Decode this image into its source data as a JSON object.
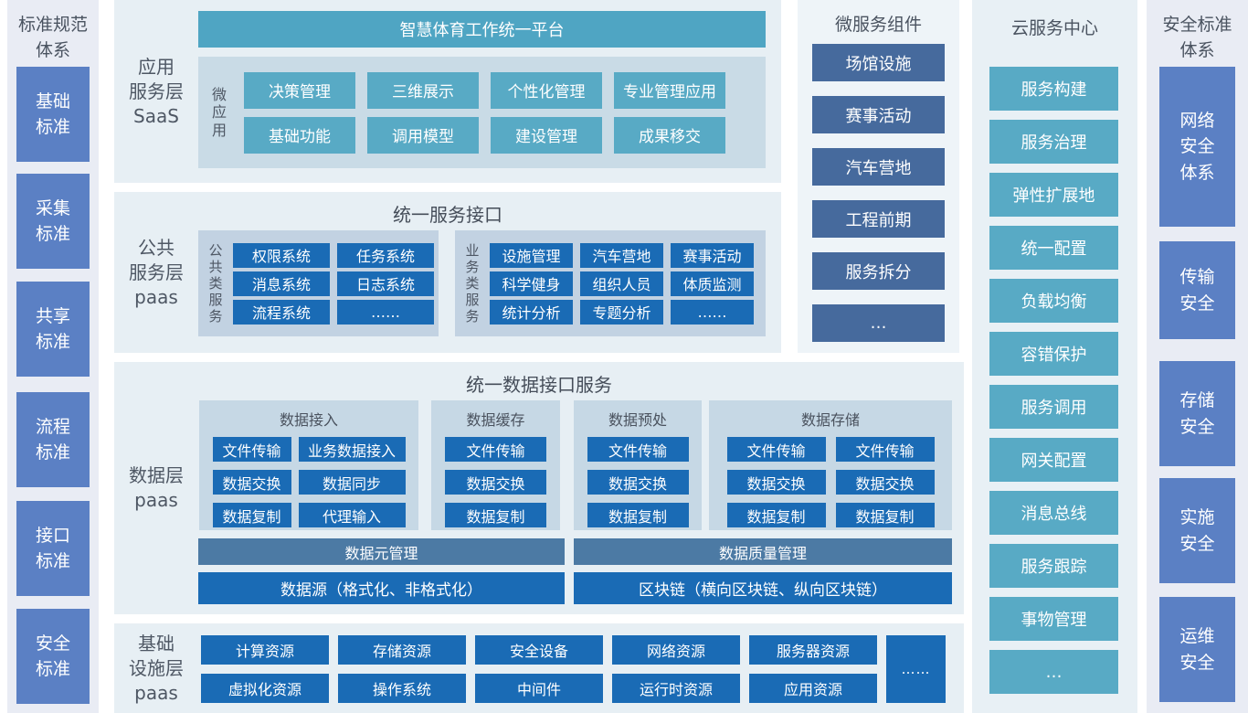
{
  "colors": {
    "side_box_blue": "#5b80c4",
    "teal_bar": "#4fa5c3",
    "teal_button": "#58aac5",
    "deep_blue_button": "#1a6bb5",
    "slate_box": "#466a9d",
    "steel_bar": "#4c7aa4",
    "panel_light_blue": "#c6d8e5",
    "section_bg": "#e7eff4"
  },
  "left_panel": {
    "title": "标准规范\n体系",
    "items": [
      "基础\n标准",
      "采集\n标准",
      "共享\n标准",
      "流程\n标准",
      "接口\n标准",
      "安全\n标准"
    ]
  },
  "saas_layer": {
    "label": "应用\n服务层\nSaaS",
    "header": "智慧体育工作统一平台",
    "group_label": "微\n应\n用",
    "apps": [
      "决策管理",
      "三维展示",
      "个性化管理",
      "专业管理应用",
      "基础功能",
      "调用模型",
      "建设管理",
      "成果移交"
    ]
  },
  "service_layer": {
    "label": "公共\n服务层\npaas",
    "title": "统一服务接口",
    "public_group": {
      "label": "公\n共\n类\n服\n务",
      "items": [
        "权限系统",
        "任务系统",
        "消息系统",
        "日志系统",
        "流程系统",
        "……"
      ]
    },
    "business_group": {
      "label": "业\n务\n类\n服\n务",
      "items": [
        "设施管理",
        "汽车营地",
        "赛事活动",
        "科学健身",
        "组织人员",
        "体质监测",
        "统计分析",
        "专题分析",
        "……"
      ]
    }
  },
  "data_layer": {
    "label": "数据层\npaas",
    "title": "统一数据接口服务",
    "groups": [
      {
        "title": "数据接入",
        "items": [
          "文件传输",
          "业务数据接入",
          "数据交换",
          "数据同步",
          "数据复制",
          "代理输入"
        ]
      },
      {
        "title": "数据缓存",
        "items": [
          "文件传输",
          "数据交换",
          "数据复制"
        ]
      },
      {
        "title": "数据预处",
        "items": [
          "文件传输",
          "数据交换",
          "数据复制"
        ]
      },
      {
        "title": "数据存储",
        "items": [
          "文件传输",
          "文件传输",
          "数据交换",
          "数据交换",
          "数据复制",
          "数据复制"
        ]
      }
    ],
    "management_bars": [
      "数据元管理",
      "数据质量管理"
    ],
    "foundation_bars": [
      "数据源（格式化、非格式化）",
      "区块链（横向区块链、纵向区块链）"
    ]
  },
  "infra_layer": {
    "label": "基础\n设施层\npaas",
    "items": [
      "计算资源",
      "存储资源",
      "安全设备",
      "网络资源",
      "服务器资源",
      "虚拟化资源",
      "操作系统",
      "中间件",
      "运行时资源",
      "应用资源"
    ],
    "more": "……"
  },
  "microservices_panel": {
    "title": "微服务组件",
    "items": [
      "场馆设施",
      "赛事活动",
      "汽车营地",
      "工程前期",
      "服务拆分",
      "…"
    ]
  },
  "cloud_panel": {
    "title": "云服务中心",
    "items": [
      "服务构建",
      "服务治理",
      "弹性扩展地",
      "统一配置",
      "负载均衡",
      "容错保护",
      "服务调用",
      "网关配置",
      "消息总线",
      "服务跟踪",
      "事物管理",
      "…"
    ]
  },
  "security_panel": {
    "title": "安全标准\n体系",
    "items": [
      "网络\n安全\n体系",
      "传输\n安全",
      "存储\n安全",
      "实施\n安全",
      "运维\n安全"
    ]
  }
}
